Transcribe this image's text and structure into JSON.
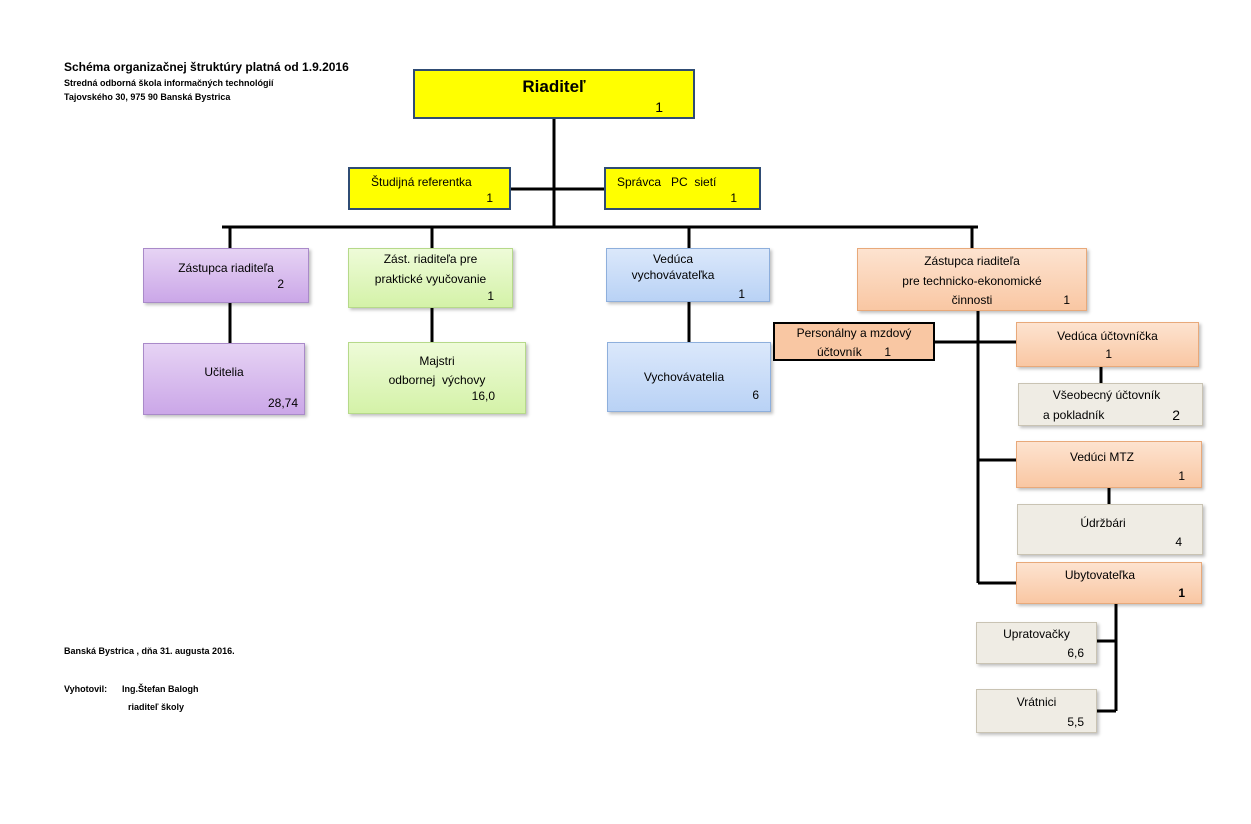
{
  "header": {
    "title": "Schéma organizačnej štruktúry platná od 1.9.2016",
    "school": "Stredná odborná škola informačných technológií",
    "address": "Tajovského 30,  975 90 Banská Bystrica"
  },
  "footer": {
    "place_date": "Banská Bystrica , dňa 31. augusta 2016.",
    "prepared_label": "Vyhotovil:",
    "prepared_name": "Ing.Štefan Balogh",
    "prepared_role": "riaditeľ školy"
  },
  "nodes": {
    "riaditel": {
      "label": "Riaditeľ",
      "count": "1"
    },
    "studijna_referentka": {
      "label": "Študijná  referentka",
      "count": "1"
    },
    "spravca_pc": {
      "label": "Správca   PC  sietí",
      "count": "1"
    },
    "zastupca": {
      "label": "Zástupca riaditeľa",
      "count": "2"
    },
    "ucitelia": {
      "label": "Učitelia",
      "count": "28,74"
    },
    "zast_prakticke": {
      "line1": "Zást. riaditeľa pre",
      "line2": "praktické vyučovanie",
      "count": "1"
    },
    "majstri": {
      "line1": "Majstri",
      "line2": "odbornej  výchovy",
      "count": "16,0"
    },
    "veduca_vych": {
      "line1": "Vedúca",
      "line2": "vychovávateľka",
      "count": "1"
    },
    "vychovavatelia": {
      "label": "Vychovávatelia",
      "count": "6"
    },
    "zast_tech": {
      "line1": "Zástupca riaditeľa",
      "line2": "pre technicko-ekonomické",
      "line3": "činnosti",
      "count": "1"
    },
    "personalny": {
      "line1": "Personálny a mzdový",
      "line2": "účtovník",
      "count": "1"
    },
    "veduca_uct": {
      "label": "Vedúca účtovníčka",
      "count": "1"
    },
    "vseobecny_uct": {
      "line1": "Všeobecný účtovník",
      "line2": "a pokladník",
      "count": "2"
    },
    "veduci_mtz": {
      "label": "Vedúci MTZ",
      "count": "1"
    },
    "udrzbari": {
      "label": "Údržbári",
      "count": "4"
    },
    "ubytovatelka": {
      "label": "Ubytovateľka",
      "count": "1"
    },
    "upratovacky": {
      "label": "Upratovačky",
      "count": "6,6"
    },
    "vratnici": {
      "label": "Vrátnici",
      "count": "5,5"
    }
  }
}
